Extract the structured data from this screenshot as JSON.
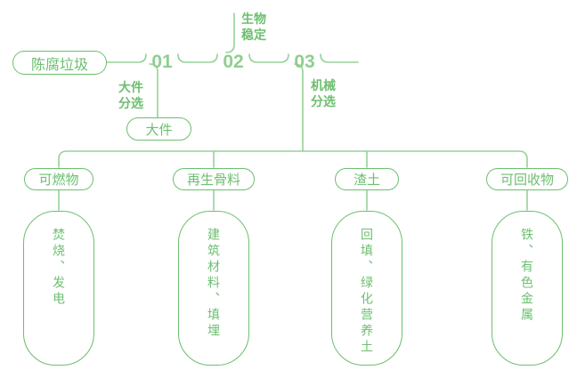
{
  "colors": {
    "green": "#6cbf6f",
    "line": "#95d296",
    "number": "#8fce90"
  },
  "flow": {
    "source": "陈腐垃圾",
    "steps": [
      {
        "number": "01",
        "label": "大件\n分选"
      },
      {
        "number": "02",
        "label": "生物\n稳定"
      },
      {
        "number": "03",
        "label": "机械\n分选"
      }
    ],
    "bulky_output": "大件"
  },
  "branches": [
    {
      "category": "可燃物",
      "result": "焚烧、发电"
    },
    {
      "category": "再生骨料",
      "result": "建筑材料、填埋"
    },
    {
      "category": "渣土",
      "result": "回填、绿化营养土"
    },
    {
      "category": "可回收物",
      "result": "铁、有色金属"
    }
  ]
}
